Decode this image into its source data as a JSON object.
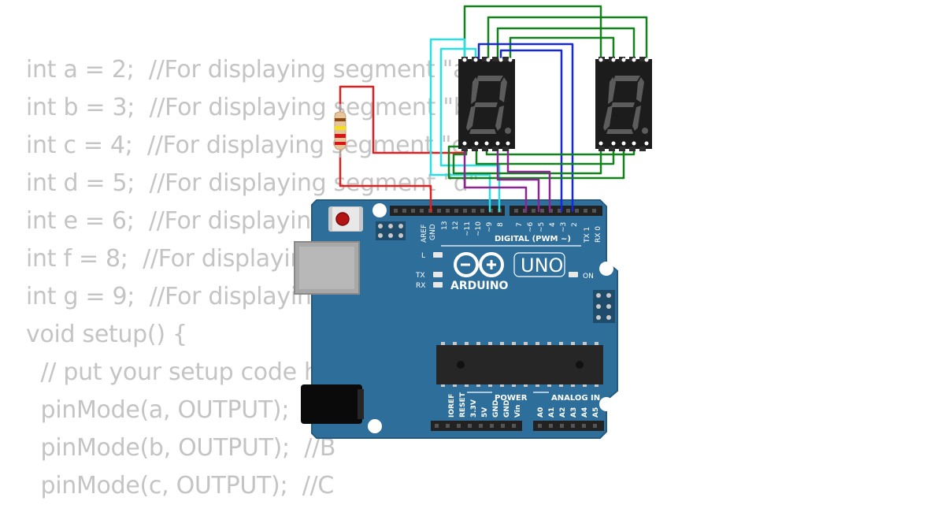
{
  "code_lines": [
    "int a = 2;  //For displaying segment \"a\"",
    "int b = 3;  //For displaying segment \"b\"",
    "int c = 4;  //For displaying segment \"c\"",
    "int d = 5;  //For displaying segment \"d\"",
    "int e = 6;  //For displaying segment \"e\"",
    "int f = 8;  //For displaying segment \"f\"",
    "int g = 9;  //For displaying segment \"g\"",
    "void setup() {",
    "  // put your setup code here, to run once:",
    "  pinMode(a, OUTPUT);  //A",
    "  pinMode(b, OUTPUT);  //B",
    "  pinMode(c, OUTPUT);  //C"
  ],
  "board": {
    "brand": "ARDUINO",
    "model": "UNO",
    "digital_label": "DIGITAL (PWM ~)",
    "power_label": "POWER",
    "analog_label": "ANALOG IN",
    "led_l": "L",
    "led_tx": "TX",
    "led_rx": "RX",
    "led_on": "ON",
    "digital_pins": [
      "AREF",
      "GND",
      "13",
      "12",
      "~11",
      "~10",
      "~9",
      "8",
      "7",
      "~6",
      "~5",
      "4",
      "~3",
      "2",
      "TX 1",
      "RX 0"
    ],
    "power_pins": [
      "IOREF",
      "RESET",
      "3.3V",
      "5V",
      "GND",
      "GND",
      "Vin"
    ],
    "analog_pins": [
      "A0",
      "A1",
      "A2",
      "A3",
      "A4",
      "A5"
    ]
  },
  "colors": {
    "board": "#2d6e9b",
    "board_edge": "#245a80",
    "wire_red": "#e02020",
    "wire_green": "#12821a",
    "wire_cyan": "#28e0e8",
    "wire_blue": "#1428d8",
    "wire_purple": "#8c2494",
    "display_body": "#1c1c1c",
    "segment_off": "#5c5c5c",
    "code_text": "#c4c4c4"
  }
}
